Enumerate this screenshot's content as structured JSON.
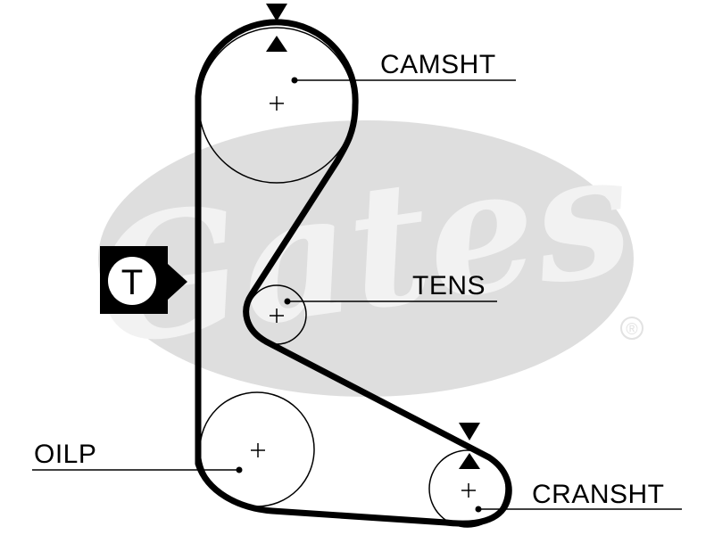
{
  "watermark": {
    "brand": "Gates",
    "mark": "®",
    "color": "#d9d9d9"
  },
  "tensioner_badge": {
    "letter": "T"
  },
  "labels": {
    "camshaft": "CAMSHT",
    "tensioner": "TENS",
    "oil_pump": "OILP",
    "crankshaft": "CRANSHT"
  },
  "colors": {
    "belt": "#000000",
    "pulley": "#000000",
    "background": "#ffffff"
  }
}
